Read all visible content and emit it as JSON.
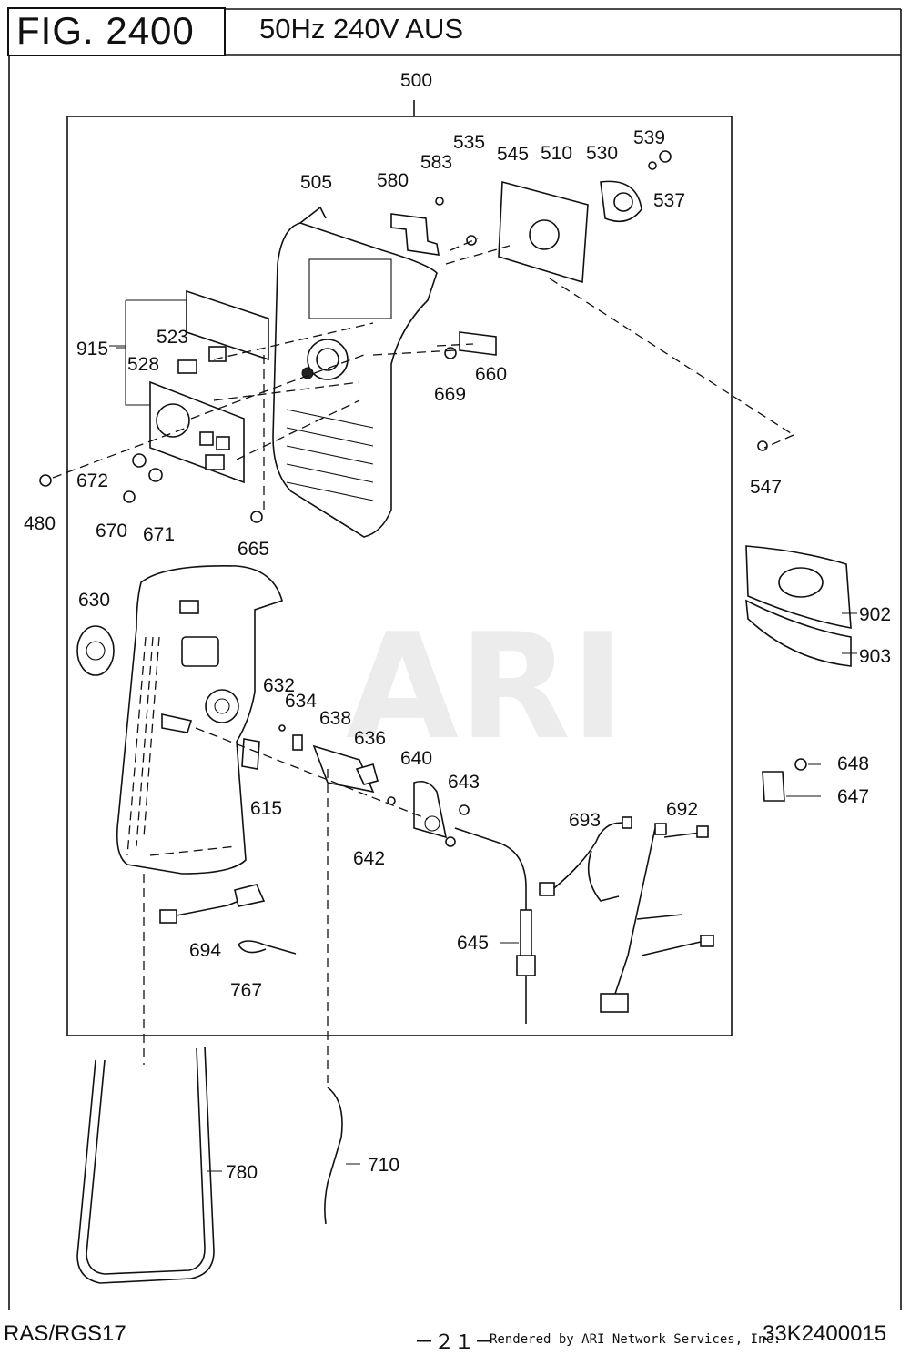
{
  "header": {
    "figure": "FIG. 2400",
    "subtitle": "50Hz 240V AUS"
  },
  "watermark": "ARI",
  "callouts": {
    "c500": "500",
    "c505": "505",
    "c510": "510",
    "c523": "523",
    "c528": "528",
    "c530": "530",
    "c535": "535",
    "c537": "537",
    "c539": "539",
    "c545": "545",
    "c547": "547",
    "c580": "580",
    "c583": "583",
    "c615": "615",
    "c630": "630",
    "c632": "632",
    "c634": "634",
    "c636": "636",
    "c638": "638",
    "c640": "640",
    "c642": "642",
    "c643": "643",
    "c645": "645",
    "c647": "647",
    "c648": "648",
    "c660": "660",
    "c665": "665",
    "c669": "669",
    "c670": "670",
    "c671": "671",
    "c672": "672",
    "c692": "692",
    "c693": "693",
    "c694": "694",
    "c710": "710",
    "c767": "767",
    "c780": "780",
    "c902": "902",
    "c903": "903",
    "c915": "915",
    "c480": "480"
  },
  "footer": {
    "model": "RAS/RGS17",
    "page": "－２１－",
    "rendered": "Rendered by ARI Network Services, Inc.",
    "part_code": "33K2400015"
  }
}
